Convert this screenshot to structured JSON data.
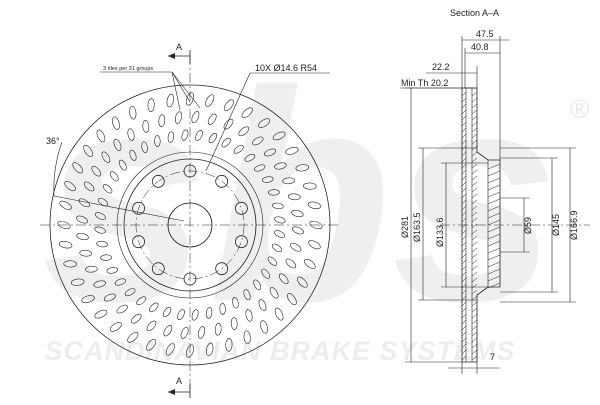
{
  "section_title": "Section A–A",
  "section_marks": {
    "top": "A",
    "bottom": "A"
  },
  "labels": {
    "holes_spec": "10X Ø14.6 R54",
    "groups_note": "3 riles per 31 groups",
    "angle": "36°",
    "min_th": "Min Th 20.2"
  },
  "dimensions": {
    "d_47_5": "47.5",
    "d_40_8": "40.8",
    "d_22_2": "22.2",
    "d_281": "Ø281",
    "d_163_5": "Ø163.5",
    "d_133_6": "Ø133.6",
    "d_59": "Ø59",
    "d_145": "Ø145",
    "d_166_9": "Ø166.9",
    "d_7": "7"
  },
  "watermark": {
    "brand": "sbs",
    "registered": "®",
    "tagline": "SCANDINAVIAN BRAKE SYSTEMS"
  },
  "colors": {
    "line": "#222222",
    "watermark": "#e2e2e2"
  }
}
